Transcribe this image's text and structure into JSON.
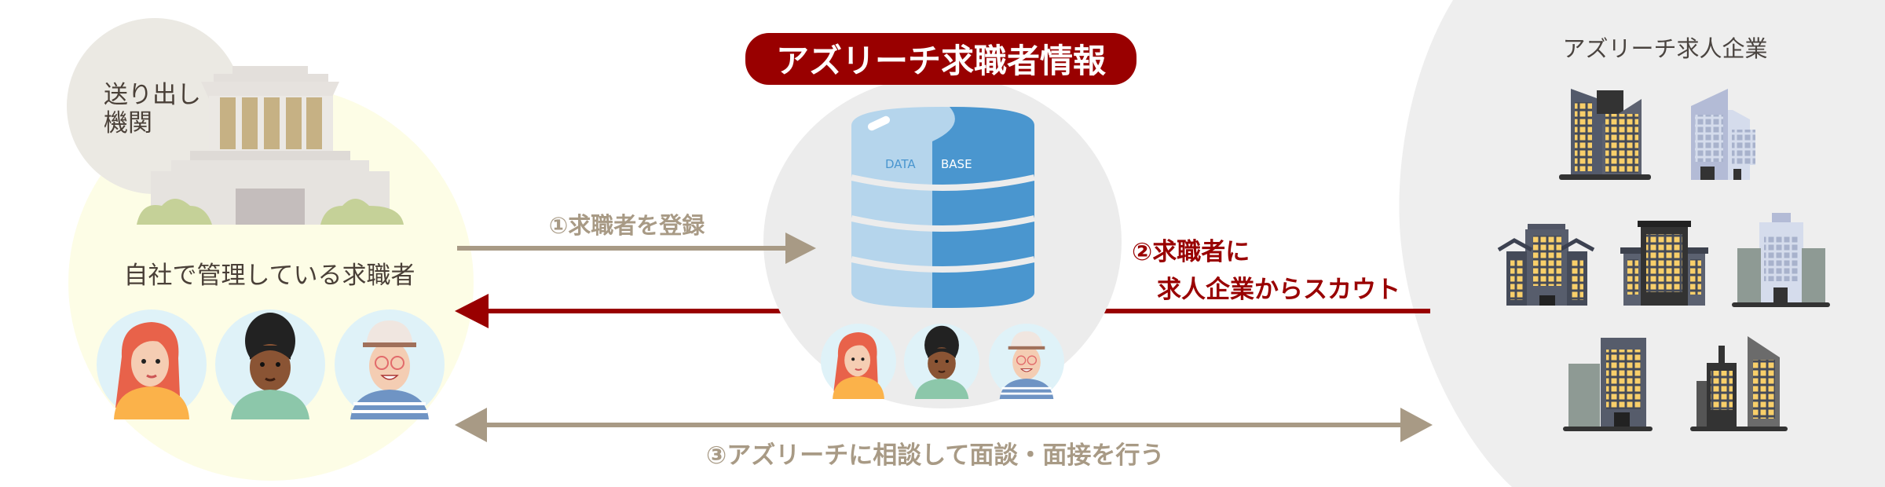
{
  "title": "アズリーチ求職者情報",
  "sender": {
    "label_line1": "送り出し",
    "label_line2": "機関",
    "candidates_label": "自社で管理している求職者"
  },
  "database": {
    "label_left": "DATA",
    "label_right": "BASE"
  },
  "companies": {
    "label": "アズリーチ求人企業"
  },
  "steps": {
    "step1": "①求職者を登録",
    "step2_line1": "②求職者に",
    "step2_line2": "求人企業からスカウト",
    "step3": "③アズリーチに相談して面談・面接を行う"
  },
  "colors": {
    "accent_red": "#990000",
    "arrow_tan": "#a89a85",
    "sender_bg": "#fdfde6",
    "gray_bg": "#eeeeee",
    "db_light": "#b5d5ec",
    "db_dark": "#4a96cf"
  }
}
